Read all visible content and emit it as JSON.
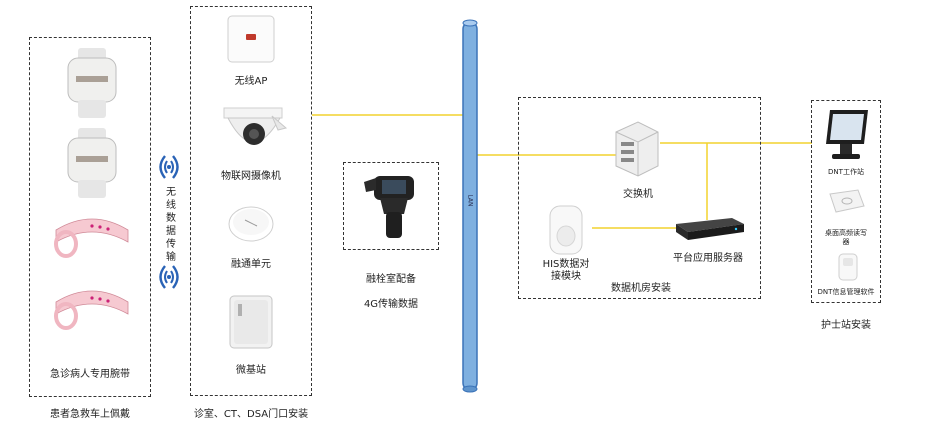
{
  "groups": {
    "wristband": {
      "inner_label": "急诊病人专用腕带",
      "caption": "患者急救车上佩戴"
    },
    "wireless": {
      "vertical_label": "无线数据传输"
    },
    "devices": {
      "ap_label": "无线AP",
      "camera_label": "物联网摄像机",
      "fusion_label": "融通单元",
      "micro_label": "微基站",
      "caption": "诊室、CT、DSA门口安装"
    },
    "handheld": {
      "line1": "融栓室配备",
      "line2": "4G传输数据"
    },
    "bus": {
      "label": "LAN"
    },
    "datacenter": {
      "switch_label": "交换机",
      "his_label_line1": "HIS数据对",
      "his_label_line2": "接模块",
      "server_label": "平台应用服务器",
      "caption": "数据机房安装"
    },
    "nurse": {
      "workstation_label": "DNT工作站",
      "reader_label_line1": "桌面高频读写",
      "reader_label_line2": "器",
      "software_label": "DNT信息管理软件",
      "caption": "护士站安装"
    }
  },
  "colors": {
    "link_line": "#f2d22e",
    "bus_fill": "#7fb0e0",
    "bus_stroke": "#3b73b8",
    "wifi_icon": "#2a63b6"
  }
}
